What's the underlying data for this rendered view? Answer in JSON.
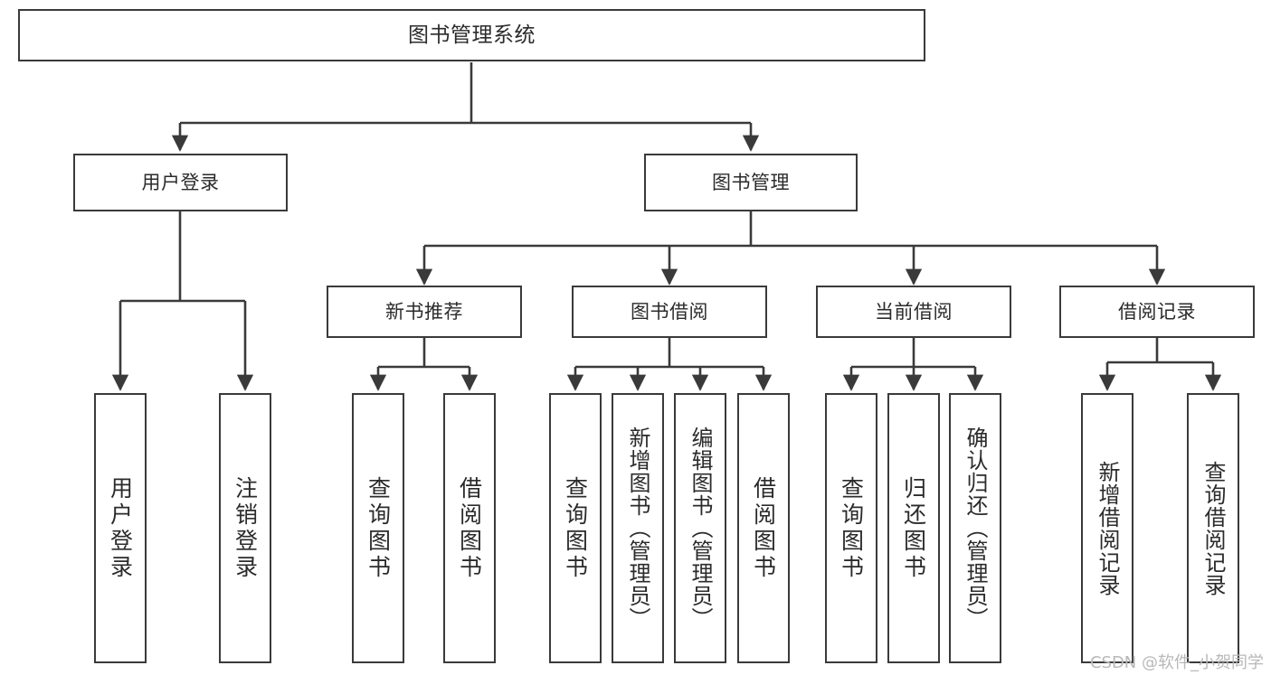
{
  "diagram": {
    "type": "tree-hierarchy-chart",
    "title_node": {
      "label": "图书管理系统"
    },
    "level2": [
      {
        "id": "user-login",
        "label": "用户登录"
      },
      {
        "id": "book-management",
        "label": "图书管理"
      }
    ],
    "level3": [
      {
        "id": "new-book-recommend",
        "label": "新书推荐"
      },
      {
        "id": "book-borrow",
        "label": "图书借阅"
      },
      {
        "id": "current-borrow",
        "label": "当前借阅"
      },
      {
        "id": "borrow-record",
        "label": "借阅记录"
      }
    ],
    "leaves": {
      "user_login": [
        {
          "id": "leaf-user-login",
          "label": "用户登录"
        },
        {
          "id": "leaf-logout-login",
          "label": "注销登录"
        }
      ],
      "new_book_recommend": [
        {
          "id": "leaf-query-book-1",
          "label": "查询图书"
        },
        {
          "id": "leaf-borrow-book-1",
          "label": "借阅图书"
        }
      ],
      "book_borrow": [
        {
          "id": "leaf-query-book-2",
          "label": "查询图书"
        },
        {
          "id": "leaf-add-book",
          "label": "新增图书（管理员）"
        },
        {
          "id": "leaf-edit-book",
          "label": "编辑图书（管理员）"
        },
        {
          "id": "leaf-borrow-book-2",
          "label": "借阅图书"
        }
      ],
      "current_borrow": [
        {
          "id": "leaf-query-book-3",
          "label": "查询图书"
        },
        {
          "id": "leaf-return-book",
          "label": "归还图书"
        },
        {
          "id": "leaf-confirm-return",
          "label": "确认归还（管理员）"
        }
      ],
      "borrow_record": [
        {
          "id": "leaf-add-record",
          "label": "新增借阅记录"
        },
        {
          "id": "leaf-query-record",
          "label": "查询借阅记录"
        }
      ]
    },
    "watermark": "CSDN @软件_小贺同学",
    "colors": {
      "stroke": "#3a3a3a",
      "text": "#2b2b2b",
      "background": "#ffffff",
      "watermark": "#b8b8b8"
    }
  }
}
